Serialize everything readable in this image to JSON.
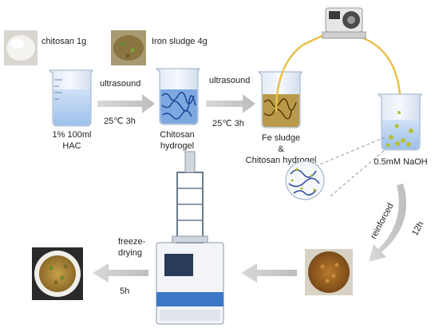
{
  "materials": {
    "chitosan": "chitosan 1g",
    "iron_sludge": "Iron sludge 4g"
  },
  "beaker1": {
    "line1": "1% 100ml",
    "line2": "HAC"
  },
  "step1": {
    "method": "ultrasound",
    "condition": "25℃ 3h"
  },
  "beaker2": {
    "line1": "Chitosan",
    "line2": "hydrogel"
  },
  "step2": {
    "method": "ultrasound",
    "condition": "25℃ 3h"
  },
  "beaker3": {
    "line1": "Fe sludge",
    "line2": "&",
    "line3": "Chitosan hydrogel"
  },
  "beaker4": {
    "label": "0.5mM NaOH"
  },
  "step3": {
    "method": "reinforced",
    "time": "12h"
  },
  "step4": {
    "method_line1": "freeze-",
    "method_line2": "drying",
    "time": "5h"
  },
  "colors": {
    "arrow": "#c8c8c8",
    "tube": "#e8c24a",
    "water": "#bcd6f2",
    "hydrogel": "#3a6fc8",
    "sludge": "#9a7a3a",
    "bead": "#a8b820",
    "freeze_dryer": "#3c78c8"
  },
  "icons": [
    "chitosan-powder-photo",
    "iron-sludge-photo",
    "beaker-icon",
    "peristaltic-pump-icon",
    "freeze-dryer-icon",
    "beads-dish-photo",
    "dried-beads-dish-photo"
  ]
}
